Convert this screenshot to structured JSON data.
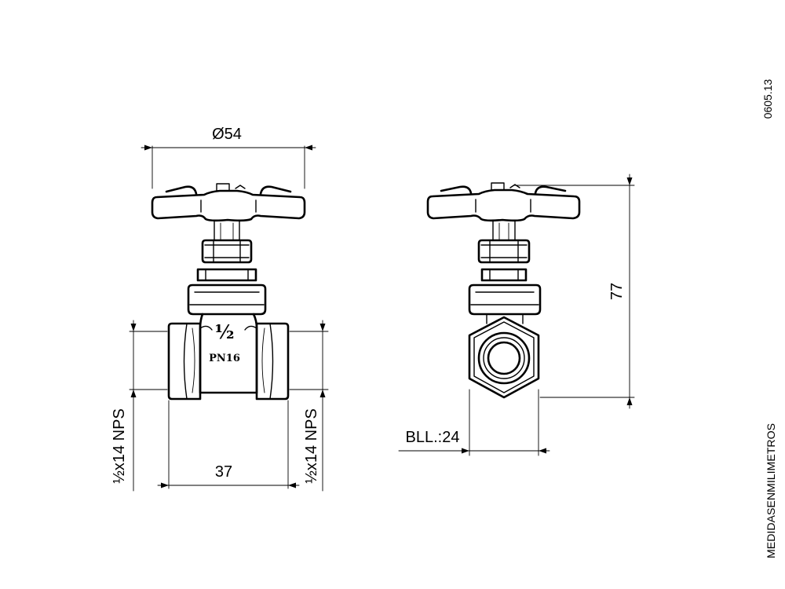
{
  "drawing_code": "0605.13",
  "units_note": "MEDIDASENMILIMETROS",
  "dimensions": {
    "handwheel_diameter": "Ø54",
    "body_length": "37",
    "overall_height": "77",
    "hex_across_flats": "BLL.:24",
    "thread_left": "½x14 NPS",
    "thread_right": "½x14 NPS"
  },
  "body_markings": {
    "size": "½",
    "pressure": "PN16"
  }
}
